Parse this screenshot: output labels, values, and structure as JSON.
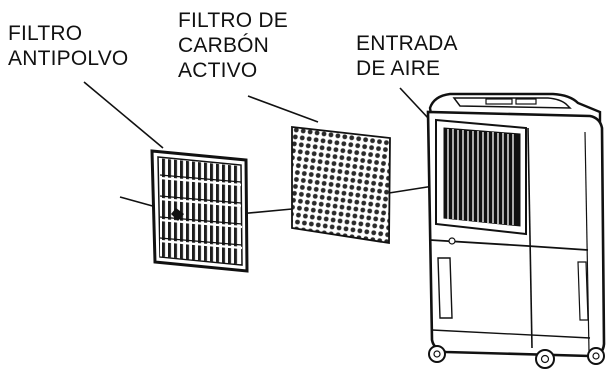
{
  "labels": {
    "filtro_antipolvo": "FILTRO\nANTIPOLVO",
    "filtro_carbon": "FILTRO DE\nCARBÓN\nACTIVO",
    "entrada_aire": "ENTRADA\nDE AIRE"
  },
  "colors": {
    "line": "#111111",
    "background": "#ffffff",
    "mesh": "#3a3a3a"
  }
}
